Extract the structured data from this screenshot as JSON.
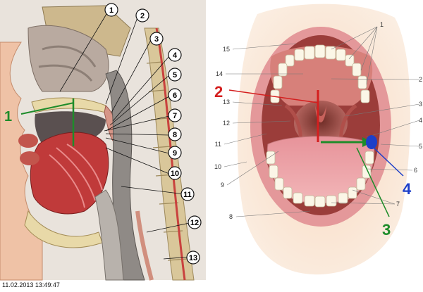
{
  "left_panel": {
    "labels": [
      "1",
      "2",
      "3",
      "4",
      "5",
      "6",
      "7",
      "8",
      "9",
      "10",
      "11",
      "12",
      "13"
    ],
    "annotation": {
      "text": "1",
      "color": "#1e8c2a"
    }
  },
  "right_panel": {
    "labels": [
      "1",
      "2",
      "3",
      "4",
      "5",
      "6",
      "7",
      "8",
      "9",
      "10",
      "11",
      "12",
      "13",
      "14",
      "15"
    ],
    "annotations": [
      {
        "text": "2",
        "color": "#d41f1f"
      },
      {
        "text": "3",
        "color": "#1e8c2a"
      },
      {
        "text": "4",
        "color": "#1d3fc9"
      }
    ]
  },
  "timestamp": "11.02.2013 13:49:47"
}
